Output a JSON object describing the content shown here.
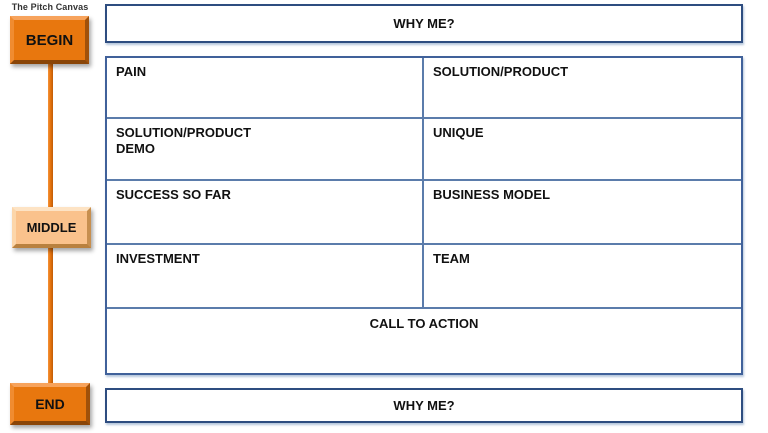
{
  "title": "The Pitch Canvas",
  "timeline": {
    "begin_label": "BEGIN",
    "middle_label": "MIDDLE",
    "end_label": "END"
  },
  "canvas": {
    "top_banner": "WHY ME?",
    "bottom_banner": "WHY ME?",
    "call_to_action": "CALL TO ACTION",
    "cells": [
      {
        "label": "PAIN"
      },
      {
        "label": "SOLUTION/PRODUCT"
      },
      {
        "label": "SOLUTION/PRODUCT\nDEMO"
      },
      {
        "label": "UNIQUE"
      },
      {
        "label": "SUCCESS SO FAR"
      },
      {
        "label": "BUSINESS MODEL"
      },
      {
        "label": "INVESTMENT"
      },
      {
        "label": "TEAM"
      }
    ]
  },
  "colors": {
    "accent_orange": "#e8770e",
    "peach": "#fac28c",
    "banner_border_navy": "#2e4d80",
    "grid_line_blue": "#5b7cab"
  }
}
